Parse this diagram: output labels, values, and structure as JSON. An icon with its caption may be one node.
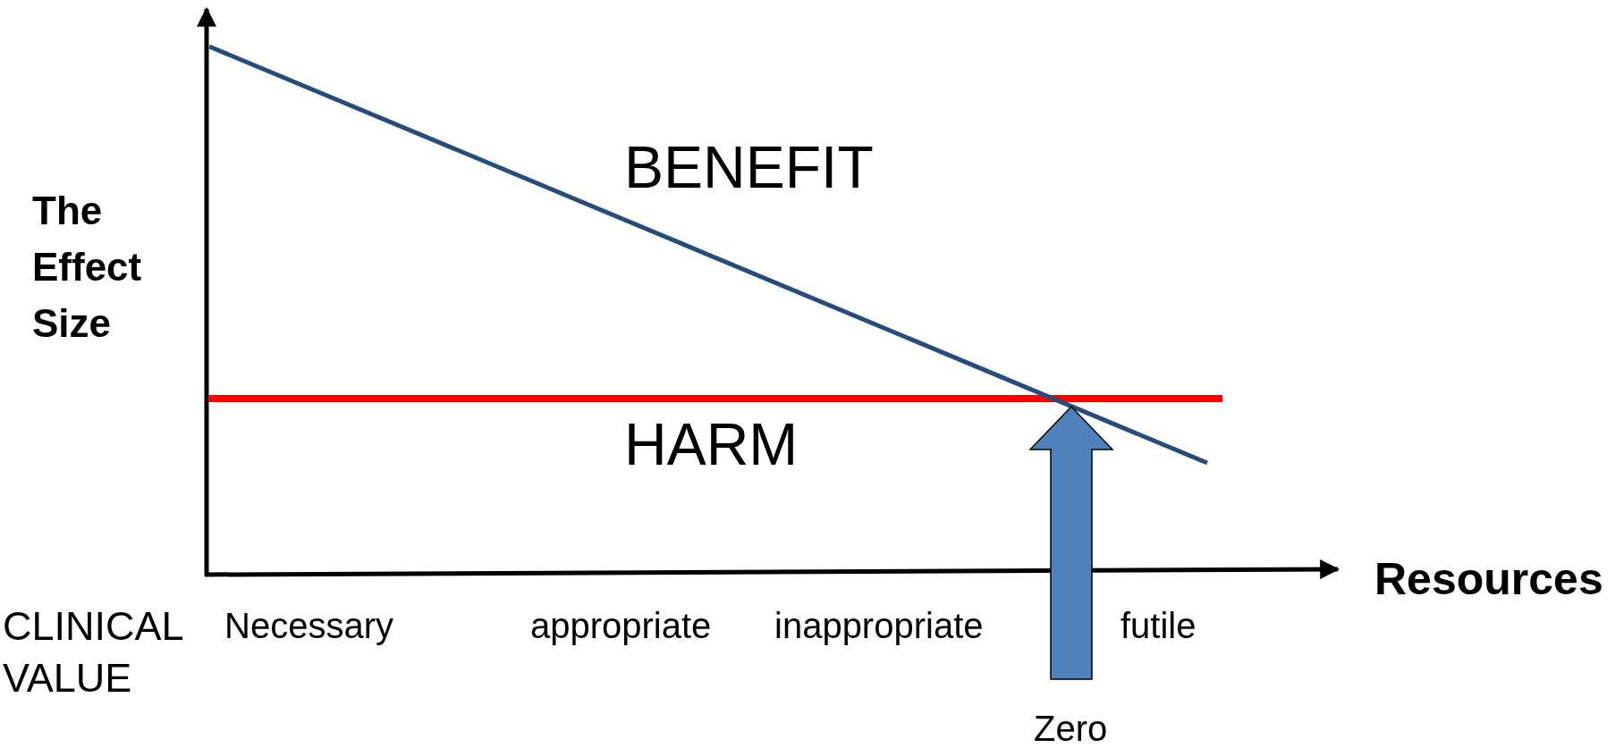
{
  "diagram": {
    "labels": [
      "BENEFIT",
      "The Effect Size",
      "HARM",
      "Resources",
      "CLINICAL VALUE",
      "Necessary",
      "appropriate",
      "inappropriate",
      "futile",
      "Zero"
    ]
  }
}
